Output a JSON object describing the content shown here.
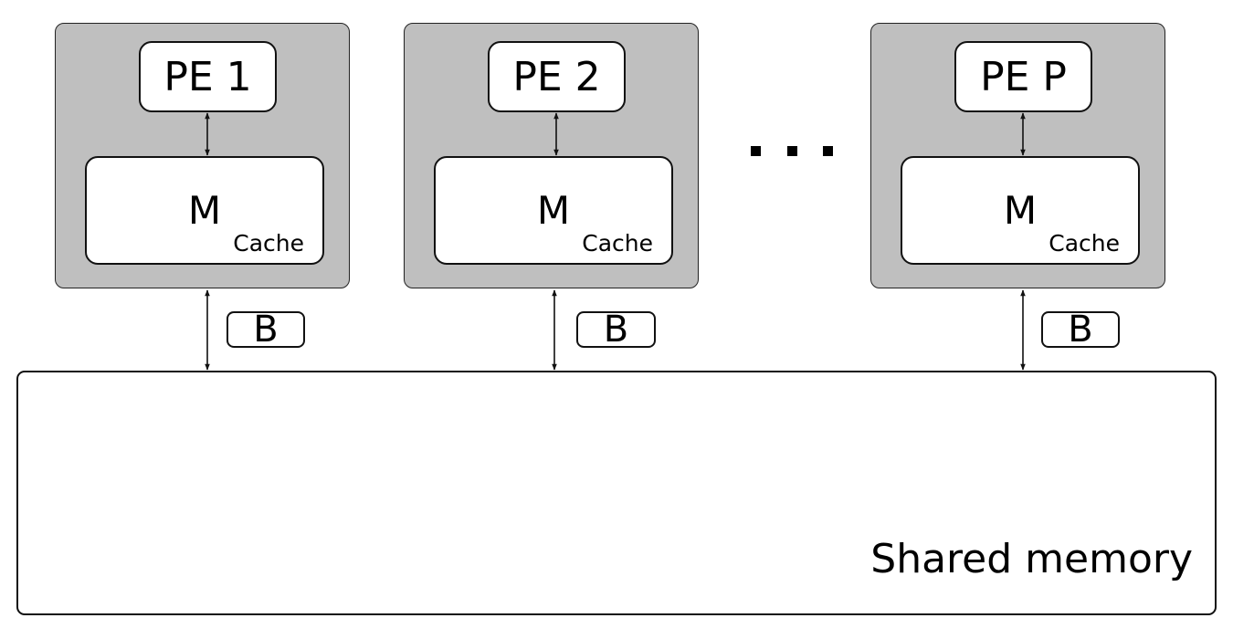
{
  "processors": [
    {
      "pe_label": "PE 1",
      "cache_label": "M",
      "cache_sub": "Cache",
      "bus_label": "B"
    },
    {
      "pe_label": "PE 2",
      "cache_label": "M",
      "cache_sub": "Cache",
      "bus_label": "B"
    },
    {
      "pe_label": "PE P",
      "cache_label": "M",
      "cache_sub": "Cache",
      "bus_label": "B"
    }
  ],
  "ellipsis": "...",
  "shared_memory": {
    "label": "Shared memory"
  },
  "colors": {
    "processor_fill": "#bfbfbf",
    "box_fill": "#ffffff",
    "stroke": "#111111"
  }
}
